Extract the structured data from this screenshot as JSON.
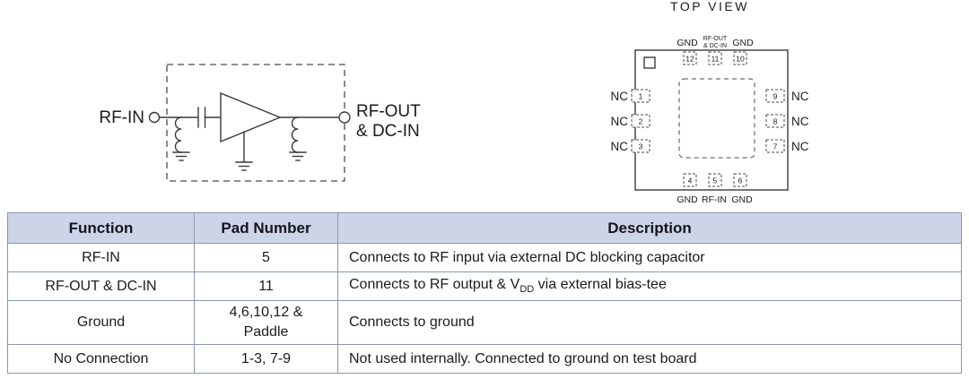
{
  "schematic": {
    "input_label": "RF-IN",
    "output_label_line1": "RF-OUT",
    "output_label_line2": "& DC-IN"
  },
  "package": {
    "title": "TOP VIEW",
    "top_labels": [
      "GND",
      "GND"
    ],
    "top_center_label": [
      "RF-OUT",
      "& DC-IN"
    ],
    "top_pins": [
      "12",
      "11",
      "10"
    ],
    "left_pins": [
      "1",
      "2",
      "3"
    ],
    "left_labels": [
      "NC",
      "NC",
      "NC"
    ],
    "right_pins": [
      "9",
      "8",
      "7"
    ],
    "right_labels": [
      "NC",
      "NC",
      "NC"
    ],
    "bottom_pins": [
      "4",
      "5",
      "6"
    ],
    "bottom_labels": [
      "GND",
      "RF-IN",
      "GND"
    ]
  },
  "table": {
    "headers": [
      "Function",
      "Pad Number",
      "Description"
    ],
    "rows": [
      {
        "function": "RF-IN",
        "pad": "5",
        "description": "Connects to RF input via external DC blocking capacitor"
      },
      {
        "function": "RF-OUT & DC-IN",
        "pad": "11",
        "desc_pre": "Connects to RF output & V",
        "desc_sub": "DD",
        "desc_post": " via external bias-tee"
      },
      {
        "function": "Ground",
        "pad": "4,6,10,12 &\nPaddle",
        "description": "Connects to ground"
      },
      {
        "function": "No Connection",
        "pad": "1-3, 7-9",
        "description": "Not used internally. Connected to ground on test board"
      }
    ]
  },
  "colors": {
    "table_header_bg": "#ccd5e8",
    "table_border": "#8a97ad",
    "line_color": "#3a3a3a",
    "text_color": "#1b1b1b"
  }
}
